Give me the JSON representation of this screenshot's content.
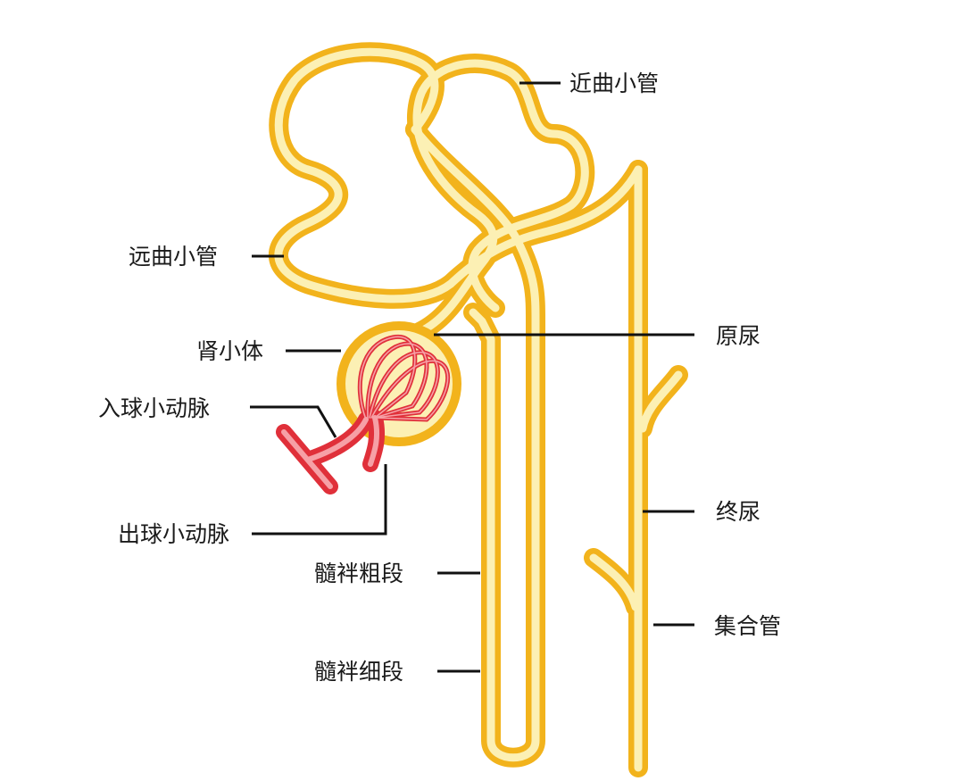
{
  "labels": {
    "proximal_tubule": "近曲小管",
    "distal_tubule": "远曲小管",
    "renal_corpuscle": "肾小体",
    "afferent_arteriole": "入球小动脉",
    "efferent_arteriole": "出球小动脉",
    "primary_urine": "原尿",
    "final_urine": "终尿",
    "collecting_duct": "集合管",
    "loop_thick_segment": "髓袢粗段",
    "loop_thin_segment": "髓袢细段"
  },
  "colors": {
    "tubule_outer": "#F2B31C",
    "tubule_inner": "#FCF0B4",
    "capsule_fill": "#FCF0B4",
    "vessel_outer": "#E0303A",
    "vessel_inner": "#F6A0A6",
    "leader_line": "#111111",
    "background": "#FFFFFF"
  }
}
